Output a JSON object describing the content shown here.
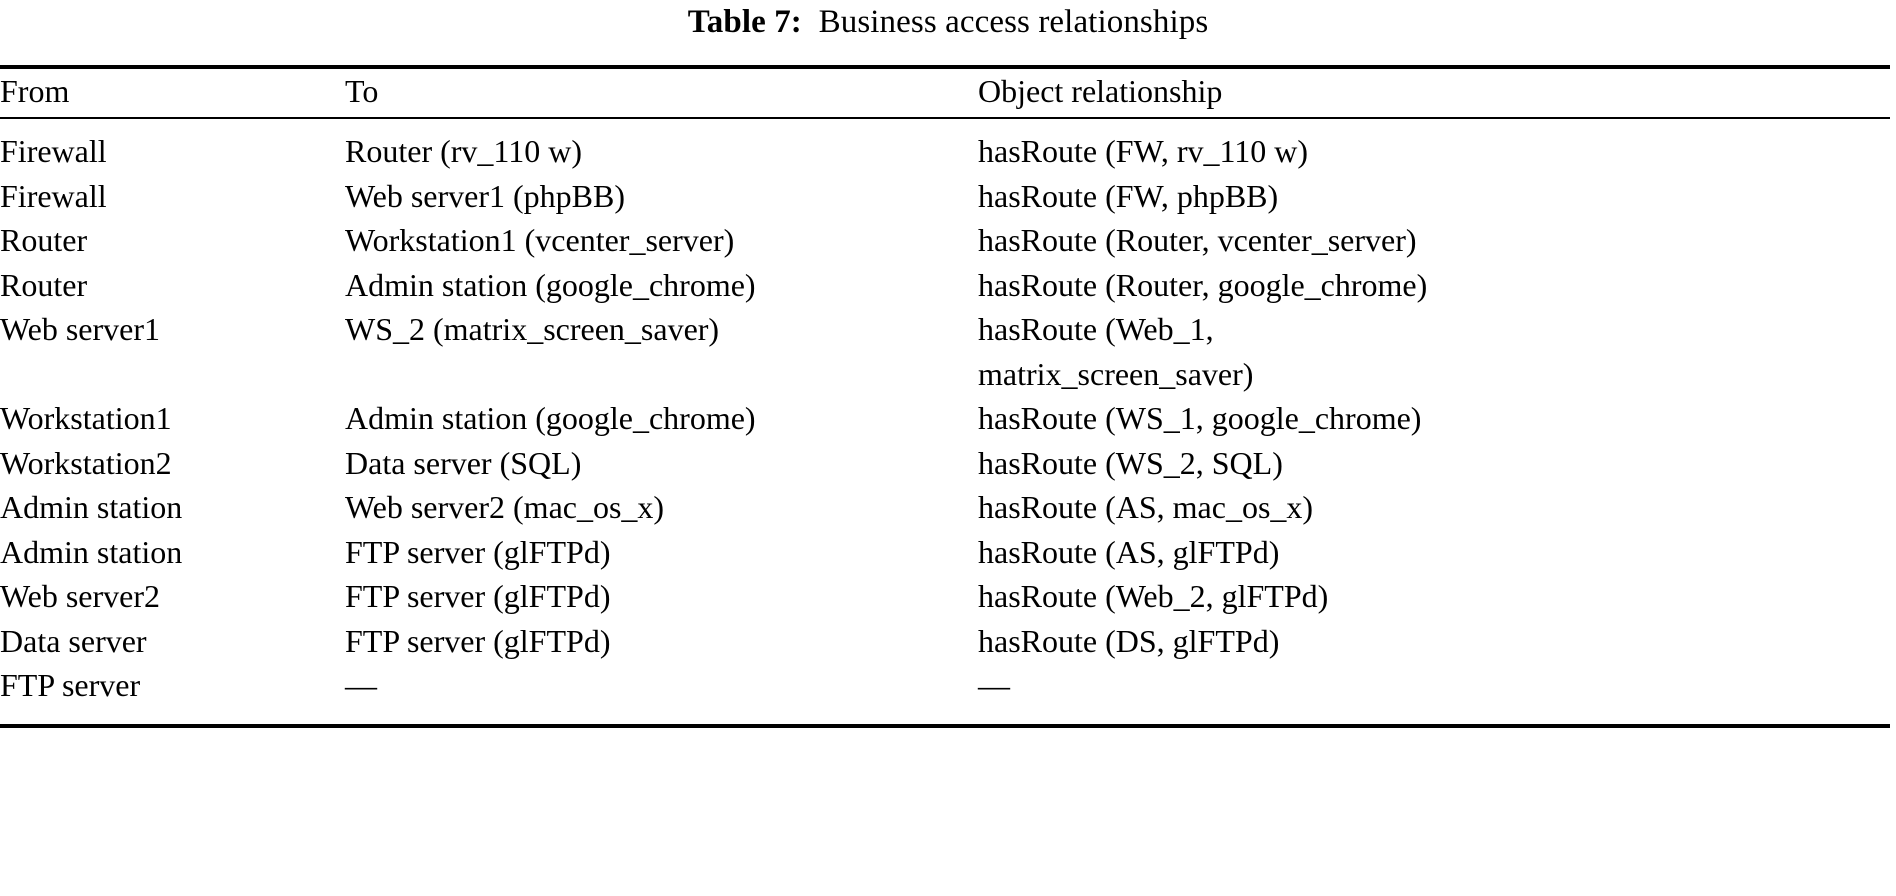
{
  "caption": {
    "label": "Table 7:",
    "text": "Business access relationships"
  },
  "table": {
    "columns": [
      "From",
      "To",
      "Object relationship"
    ],
    "rows": [
      {
        "from": "Firewall",
        "to": "Router (rv_110 w)",
        "relationship": "hasRoute (FW, rv_110 w)"
      },
      {
        "from": "Firewall",
        "to": "Web server1 (phpBB)",
        "relationship": "hasRoute (FW, phpBB)"
      },
      {
        "from": "Router",
        "to": "Workstation1 (vcenter_server)",
        "relationship": "hasRoute (Router, vcenter_server)"
      },
      {
        "from": "Router",
        "to": "Admin station (google_chrome)",
        "relationship": "hasRoute (Router, google_chrome)"
      },
      {
        "from": "Web server1",
        "to": "WS_2 (matrix_screen_saver)",
        "relationship": "hasRoute (Web_1,\nmatrix_screen_saver)"
      },
      {
        "from": "Workstation1",
        "to": "Admin station (google_chrome)",
        "relationship": "hasRoute (WS_1, google_chrome)"
      },
      {
        "from": "Workstation2",
        "to": "Data server (SQL)",
        "relationship": "hasRoute (WS_2, SQL)"
      },
      {
        "from": "Admin station",
        "to": "Web server2 (mac_os_x)",
        "relationship": "hasRoute (AS, mac_os_x)"
      },
      {
        "from": "Admin station",
        "to": "FTP server (glFTPd)",
        "relationship": "hasRoute (AS, glFTPd)"
      },
      {
        "from": "Web server2",
        "to": "FTP server (glFTPd)",
        "relationship": "hasRoute (Web_2, glFTPd)"
      },
      {
        "from": "Data server",
        "to": "FTP server (glFTPd)",
        "relationship": "hasRoute (DS, glFTPd)"
      },
      {
        "from": "FTP server",
        "to": "—",
        "relationship": "—"
      }
    ]
  }
}
